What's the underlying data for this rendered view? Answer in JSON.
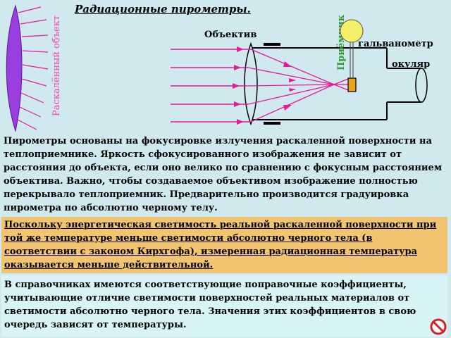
{
  "title": "Радиационные пирометры.",
  "diagram": {
    "object_label": "Раскалённый объект",
    "objective_label": "Объектив",
    "receiver_label": "Приёмник",
    "galvanometer_label": "гальванометр",
    "eyepiece_label": "окуляр"
  },
  "paragraph1": "Пирометры основаны на фокусировке излучения раскаленной поверхности на теплоприемнике. Яркость сфокусированного изображения не зависит от расстояния до объекта, если оно велико  по сравнению с фокусным расстоянием объектива. Важно, чтобы создаваемое объективом изображение полностью перекрывало теплоприемник. Предварительно производится градуировка пирометра по абсолютно черному телу.",
  "paragraph2": "Поскольку энергетическая светимость реальной раскаленной поверхности при той же температуре меньше светимости абсолютно черного тела (в соответствии с законом Кирхгофа), измеренная радиационная температура оказывается меньше действительной.",
  "paragraph3": "В справочниках имеются соответствующие поправочные коэффициенты, учитывающие отличие светимости поверхностей реальных материалов от светимости абсолютно черного тела. Значения этих коэффициентов в свою очередь зависят от температуры.",
  "colors": {
    "background": "#cfe9ee",
    "rays": "#e8189a",
    "object_fill": "#9b3ee0",
    "label_magenta": "#ff3fb0",
    "receiver_green": "#2e9a2e",
    "galvanometer_yellow": "#f6ef6a",
    "highlight_box": "#f2c46f",
    "bottom_box": "#d8f4f6"
  },
  "icons": {
    "corner": "no-sign-icon"
  }
}
